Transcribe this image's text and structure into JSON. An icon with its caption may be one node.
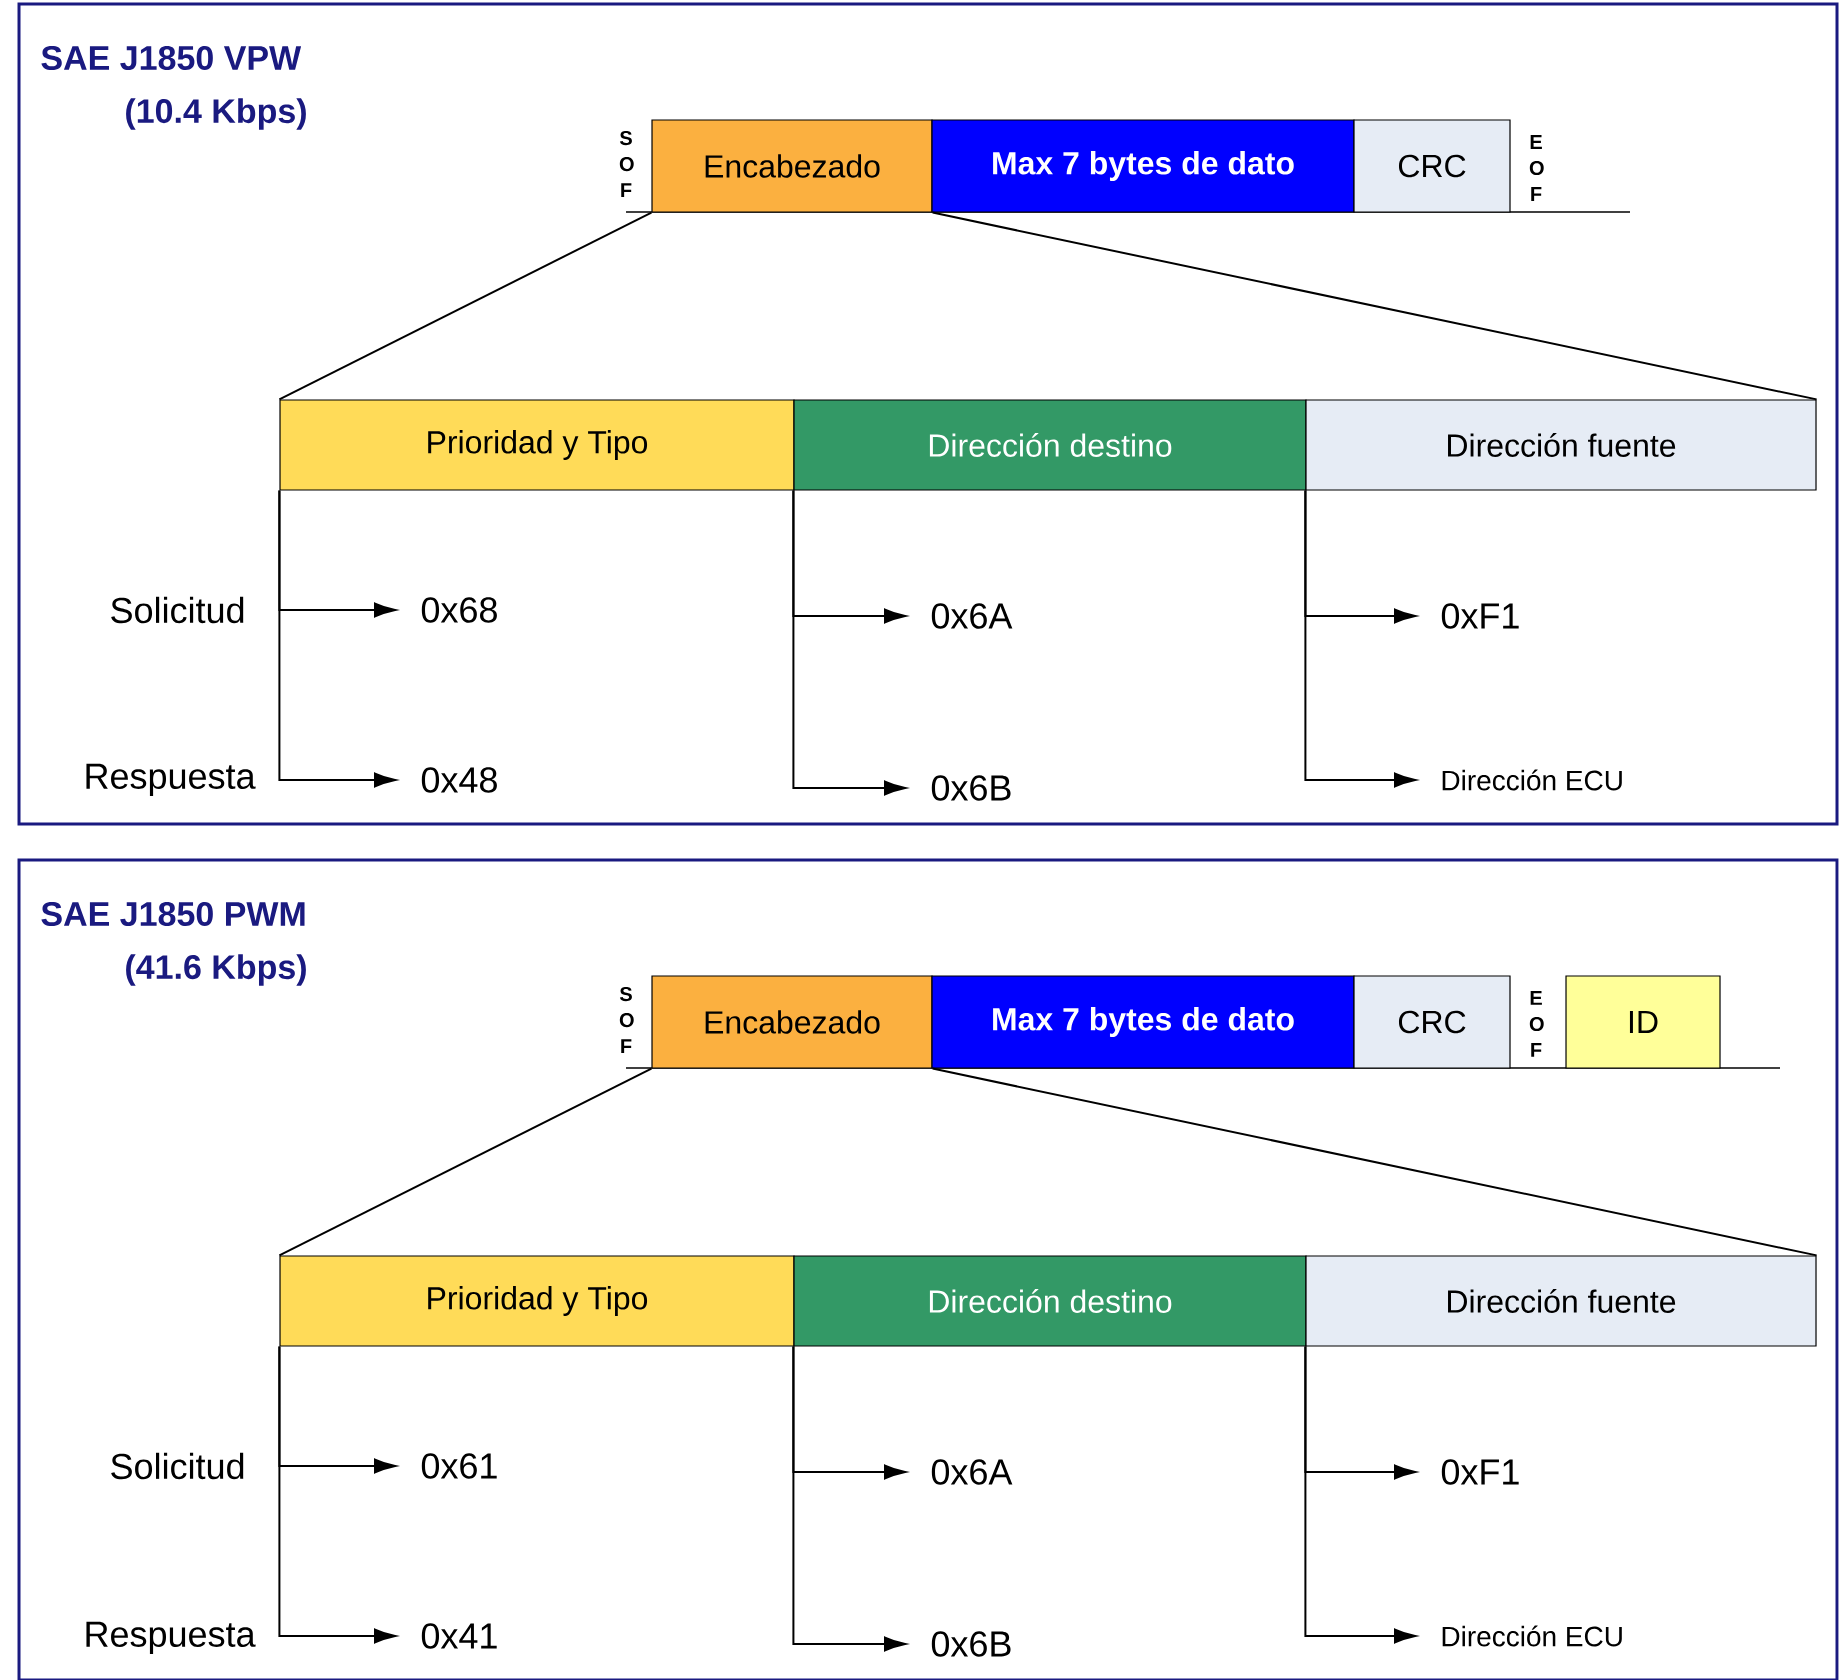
{
  "diagram": {
    "nodes": [
      {
        "text": [
          "SAE J1850 VPW",
          "(10.4 Kbps)"
        ]
      },
      {
        "text": [
          "Encabezado"
        ],
        "in": 0
      },
      {
        "text": [
          "Max 7 bytes de dato"
        ],
        "in": 0
      },
      {
        "text": [
          "CRC"
        ],
        "in": 0
      },
      {
        "text": [
          "Prioridad y Tipo"
        ],
        "in": 0
      },
      {
        "text": [
          "Dirección destino"
        ],
        "in": 0
      },
      {
        "text": [
          "Dirección fuente"
        ],
        "in": 0
      },
      {
        "text": [
          "0x68"
        ],
        "in": 0
      },
      {
        "text": [
          "0x48"
        ],
        "in": 0
      },
      {
        "text": [
          "0x6A"
        ],
        "in": 0
      },
      {
        "text": [
          "0x6B"
        ],
        "in": 0
      },
      {
        "text": [
          "0xF1"
        ],
        "in": 0
      },
      {
        "text": [
          "Dirección ECU"
        ],
        "in": 0
      },
      {
        "text": [
          "SAE J1850 PWM",
          "(41.6 Kbps)"
        ]
      },
      {
        "text": [
          "Encabezado"
        ],
        "in": 13
      },
      {
        "text": [
          "Max 7 bytes de dato"
        ],
        "in": 13
      },
      {
        "text": [
          "CRC"
        ],
        "in": 13
      },
      {
        "text": [
          "ID"
        ],
        "in": 13
      },
      {
        "text": [
          "Prioridad y Tipo"
        ],
        "in": 13
      },
      {
        "text": [
          "Dirección destino"
        ],
        "in": 13
      },
      {
        "text": [
          "Dirección fuente"
        ],
        "in": 13
      },
      {
        "text": [
          "0x61"
        ],
        "in": 13
      },
      {
        "text": [
          "0x41"
        ],
        "in": 13
      },
      {
        "text": [
          "0x6A"
        ],
        "in": 13
      },
      {
        "text": [
          "0x6B"
        ],
        "in": 13
      },
      {
        "text": [
          "0xF1"
        ],
        "in": 13
      },
      {
        "text": [
          "Dirección ECU"
        ],
        "in": 13
      }
    ],
    "edges": [
      {
        "from": 1,
        "to": 4,
        "arrow": "none"
      },
      {
        "from": 1,
        "to": 6,
        "arrow": "none"
      },
      {
        "from": 4,
        "to": 7,
        "arrow": "to"
      },
      {
        "from": 4,
        "to": 8,
        "arrow": "to"
      },
      {
        "from": 5,
        "to": 9,
        "arrow": "to"
      },
      {
        "from": 5,
        "to": 10,
        "arrow": "to"
      },
      {
        "from": 6,
        "to": 11,
        "arrow": "to"
      },
      {
        "from": 6,
        "to": 12,
        "arrow": "to"
      },
      {
        "from": 14,
        "to": 18,
        "arrow": "none"
      },
      {
        "from": 14,
        "to": 20,
        "arrow": "none"
      },
      {
        "from": 18,
        "to": 21,
        "arrow": "to"
      },
      {
        "from": 18,
        "to": 22,
        "arrow": "to"
      },
      {
        "from": 19,
        "to": 23,
        "arrow": "to"
      },
      {
        "from": 19,
        "to": 24,
        "arrow": "to"
      },
      {
        "from": 20,
        "to": 25,
        "arrow": "to"
      },
      {
        "from": 20,
        "to": 26,
        "arrow": "to"
      }
    ],
    "labels": [
      "S O F",
      "E O F",
      "Solicitud",
      "Respuesta",
      "S O F",
      "E O F",
      "Solicitud",
      "Respuesta"
    ]
  }
}
